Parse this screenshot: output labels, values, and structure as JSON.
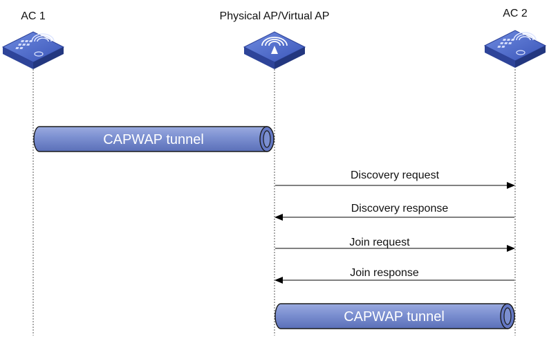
{
  "nodes": [
    {
      "id": "ac1",
      "label": "AC 1",
      "device": "access-controller-icon"
    },
    {
      "id": "ap",
      "label": "Physical AP/Virtual AP",
      "device": "wireless-ap-icon"
    },
    {
      "id": "ac2",
      "label": "AC 2",
      "device": "access-controller-icon"
    }
  ],
  "tunnels": [
    {
      "label": "CAPWAP tunnel",
      "from": "ac1",
      "to": "ap"
    },
    {
      "label": "CAPWAP tunnel",
      "from": "ap",
      "to": "ac2"
    }
  ],
  "messages": [
    {
      "label": "Discovery request",
      "from": "ap",
      "to": "ac2"
    },
    {
      "label": "Discovery response",
      "from": "ac2",
      "to": "ap"
    },
    {
      "label": "Join request",
      "from": "ap",
      "to": "ac2"
    },
    {
      "label": "Join response",
      "from": "ac2",
      "to": "ap"
    }
  ],
  "colors": {
    "tunnel_fill": "#7b8fd0",
    "tunnel_stroke": "#1a1a1a",
    "device_top": "#4a66c8",
    "device_side": "#2a3f96",
    "lifeline": "#555555",
    "arrow": "#000000"
  }
}
